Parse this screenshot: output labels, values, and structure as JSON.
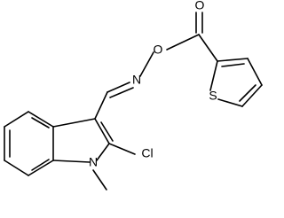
{
  "molecule": {
    "atoms": {
      "carbonyl_oxygen": "O",
      "ester_oxygen": "O",
      "oxime_nitrogen": "N",
      "thiophene_sulfur": "S",
      "chlorine": "Cl",
      "indole_nitrogen": "N"
    }
  },
  "colors": {
    "bond": "#000000",
    "label": "#000000",
    "background": "#ffffff"
  }
}
